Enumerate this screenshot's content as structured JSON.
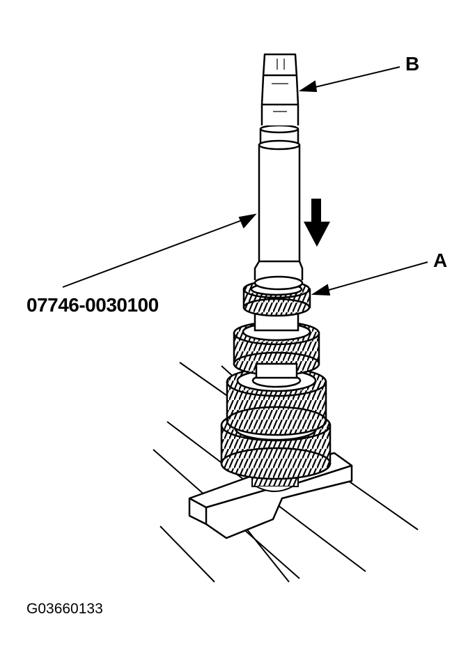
{
  "callouts": {
    "b": "B",
    "a": "A",
    "tool_number": "07746-0030100"
  },
  "figure_code": "G03660133",
  "colors": {
    "ink": "#000000",
    "paper": "#ffffff"
  },
  "icons": {
    "press_direction": "arrow-down-icon"
  }
}
